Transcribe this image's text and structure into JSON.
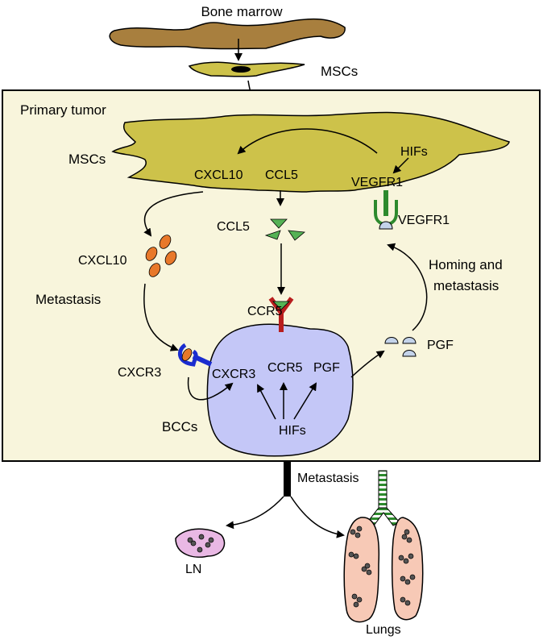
{
  "labels": {
    "bone_marrow": "Bone marrow",
    "mscs_top": "MSCs",
    "primary_tumor": "Primary tumor",
    "mscs_tumor": "MSCs",
    "hifs_msc": "HIFs",
    "cxcl10_in_msc": "CXCL10",
    "ccl5_in_msc": "CCL5",
    "vegfr1_in_msc": "VEGFR1",
    "ccl5_secreted": "CCL5",
    "vegfr1_receptor": "VEGFR1",
    "cxcl10_secreted": "CXCL10",
    "homing_line1": "Homing and",
    "homing_line2": "metastasis",
    "metastasis_left": "Metastasis",
    "ccr5_receptor": "CCR5",
    "cxcr3_receptor": "CXCR3",
    "pgf_secreted": "PGF",
    "cxcr3_in_bcc": "CXCR3",
    "ccr5_in_bcc": "CCR5",
    "pgf_in_bcc": "PGF",
    "hifs_bcc": "HIFs",
    "bccs": "BCCs",
    "metastasis_bottom": "Metastasis",
    "ln": "LN",
    "lungs": "Lungs"
  },
  "colors": {
    "bone": "#a87f3e",
    "msc": "#cdc24a",
    "tumor_bg": "#f8f5dc",
    "bcc": "#c4c7f7",
    "cxcl10": "#e8782a",
    "ccl5": "#55b255",
    "pgf": "#c4d3ea",
    "vegfr1": "#2d8a2d",
    "ccr5": "#b81e1e",
    "cxcr3": "#1a2ccf",
    "ln": "#e9b8e4",
    "lungs": "#f7c9b6",
    "trachea": "#2d8a2d"
  }
}
